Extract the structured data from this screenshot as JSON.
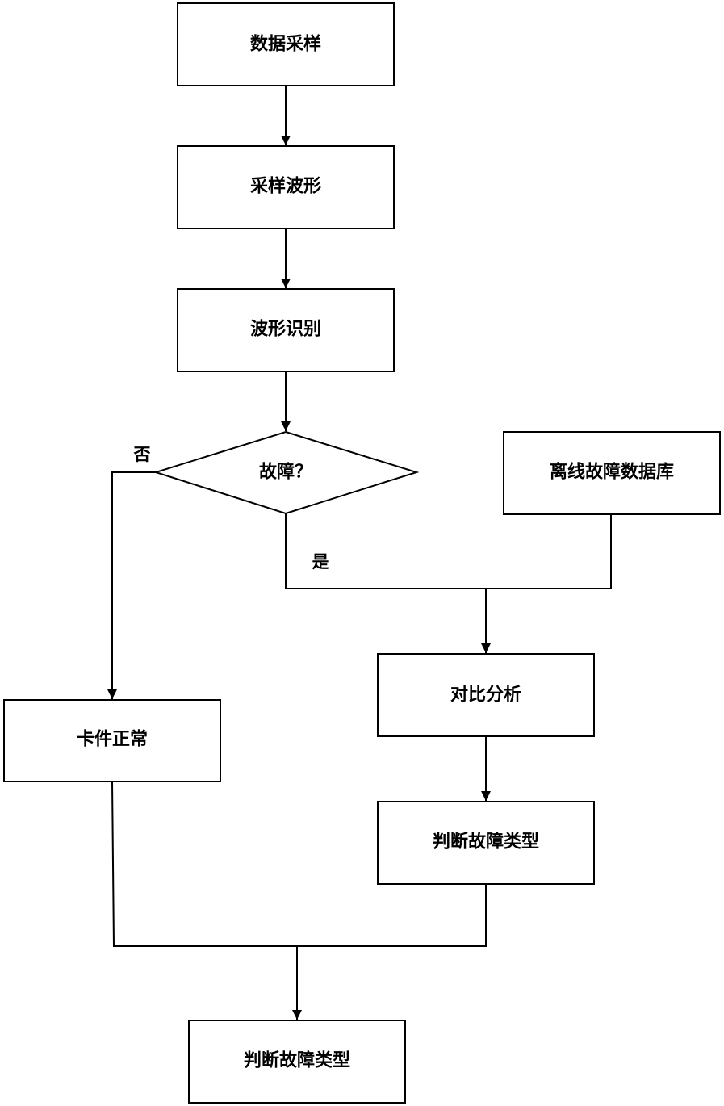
{
  "diagram": {
    "nodes": {
      "data_sampling": "数据采样",
      "sampled_waveform": "采样波形",
      "waveform_recognition": "波形识别",
      "fault_decision": "故障？",
      "offline_fault_database": "离线故障数据库",
      "comparative_analysis": "对比分析",
      "card_normal": "卡件正常",
      "judge_fault_type_right": "判断故障类型",
      "judge_fault_type_bottom": "判断故障类型"
    },
    "edge_labels": {
      "no": "否",
      "yes": "是"
    },
    "colors": {
      "stroke": "#000000",
      "fill": "#ffffff",
      "text": "#000000"
    }
  }
}
